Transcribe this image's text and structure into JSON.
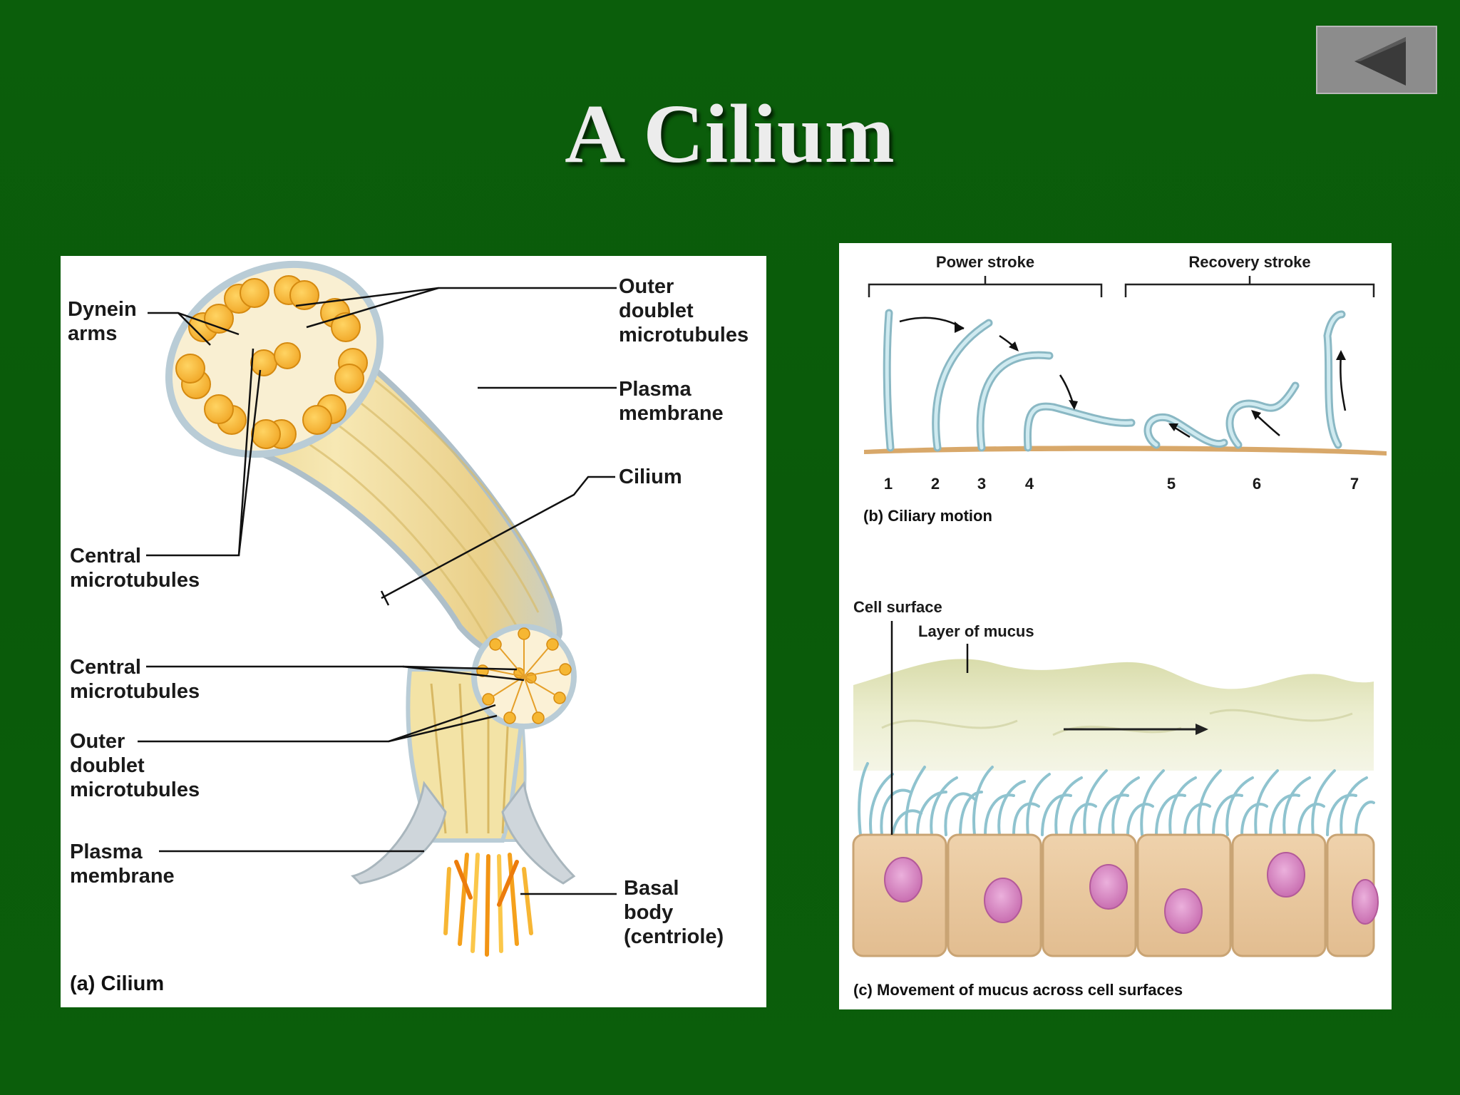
{
  "slide": {
    "title": "A Cilium"
  },
  "nav": {
    "back_icon": "back-triangle-icon"
  },
  "panel_a": {
    "caption": "(a) Cilium",
    "labels": {
      "dynein_arms": [
        "Dynein",
        "arms"
      ],
      "outer_doublet_top": [
        "Outer",
        "doublet",
        "microtubules"
      ],
      "plasma_membrane_top": [
        "Plasma",
        "membrane"
      ],
      "cilium": "Cilium",
      "central_top": [
        "Central",
        "microtubules"
      ],
      "central_bottom": [
        "Central",
        "microtubules"
      ],
      "outer_doublet_bottom": [
        "Outer",
        "doublet",
        "microtubules"
      ],
      "plasma_membrane_bottom": [
        "Plasma",
        "membrane"
      ],
      "basal_body": [
        "Basal",
        "body",
        "(centriole)"
      ]
    }
  },
  "panel_b": {
    "caption": "(b) Ciliary motion",
    "power_stroke": "Power stroke",
    "recovery_stroke": "Recovery stroke",
    "positions": [
      "1",
      "2",
      "3",
      "4",
      "5",
      "6",
      "7"
    ]
  },
  "panel_c": {
    "caption": "(c) Movement of mucus across cell surfaces",
    "cell_surface": "Cell surface",
    "layer_of_mucus": "Layer of mucus"
  },
  "colors": {
    "background": "#0b5e0b",
    "title": "#ececec",
    "cilium_tube": "#f0d98a",
    "cilium_edge": "#b9ccd6",
    "microtubule": "#f6b733",
    "cilia_blue": "#a8d5df",
    "mucus": "#e8e9c8",
    "cell": "#e9c9a0",
    "nucleus": "#d98ac3"
  }
}
